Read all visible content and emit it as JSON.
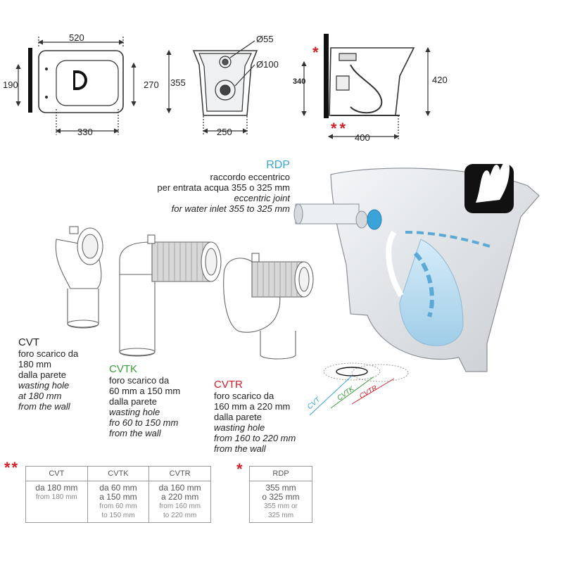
{
  "top_dims": {
    "front_width": "520",
    "front_left_height": "190",
    "front_inner_height": "270",
    "front_height": "355",
    "front_bottom": "330",
    "rear_hole_small": "Ø55",
    "rear_hole_large": "Ø100",
    "rear_bottom": "250",
    "side_left_height": "340",
    "side_right_height": "420",
    "side_bottom": "400"
  },
  "rdp": {
    "code": "RDP",
    "it_line1": "raccordo eccentrico",
    "it_line2": "per entrata acqua 355 o 325 mm",
    "en_line1": "eccentric joint",
    "en_line2": "for water inlet 355 to 325 mm"
  },
  "cvt": {
    "code": "CVT",
    "it_lines": [
      "foro scarico da",
      "180 mm",
      "dalla parete"
    ],
    "en_lines": [
      "wasting hole",
      "at 180 mm",
      "from the wall"
    ]
  },
  "cvtk": {
    "code": "CVTK",
    "it_lines": [
      "foro scarico da",
      "60 mm a 150 mm",
      "dalla parete"
    ],
    "en_lines": [
      "wasting hole",
      "fro 60 to 150 mm",
      "from the wall"
    ]
  },
  "cvtr": {
    "code": "CVTR",
    "it_lines": [
      "foro scarico da",
      "160 mm a 220 mm",
      "dalla parete"
    ],
    "en_lines": [
      "wasting hole",
      "from 160 to 220 mm",
      "from the wall"
    ]
  },
  "markers": {
    "single": "*",
    "double": "**"
  },
  "floor_labels": [
    "CVT",
    "CVTK",
    "CVTR"
  ],
  "table_outlet": {
    "headers": [
      "CVT",
      "CVTK",
      "CVTR"
    ],
    "main": [
      [
        "da 180 mm"
      ],
      [
        "da 60 mm",
        "a 150 mm"
      ],
      [
        "da 160 mm",
        "a 220 mm"
      ]
    ],
    "sub": [
      [
        "from 180 mm"
      ],
      [
        "from 60 mm",
        "to 150 mm"
      ],
      [
        "from 160 mm",
        "to 220 mm"
      ]
    ]
  },
  "table_rdp": {
    "header": "RDP",
    "main": [
      "355 mm",
      "o 325 mm"
    ],
    "sub": [
      "355 mm or",
      "325 mm"
    ]
  },
  "colors": {
    "blue": "#3aa3d9",
    "green": "#3a9b3a",
    "red": "#d0202a",
    "star": "#d0202a"
  }
}
